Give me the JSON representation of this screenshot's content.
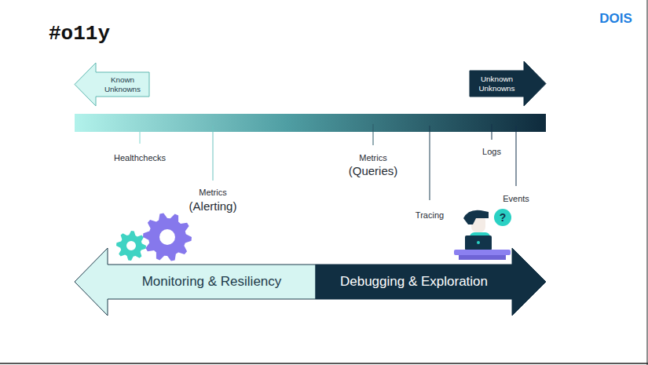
{
  "diagram": {
    "title": "#o11y",
    "nodes": [
      {
        "text": [
          "Known Unknowns"
        ]
      },
      {
        "text": [
          "Unknown Unknowns"
        ]
      },
      {
        "text": [
          "Monitoring & Resiliency"
        ]
      },
      {
        "text": [
          "Debugging & Exploration"
        ]
      },
      {
        "text": [
          "?"
        ]
      }
    ],
    "labels": [
      "DOIS",
      "Healthchecks",
      "Metrics",
      "(Alerting)",
      "Metrics",
      "(Queries)",
      "Tracing",
      "Logs",
      "Events"
    ]
  }
}
